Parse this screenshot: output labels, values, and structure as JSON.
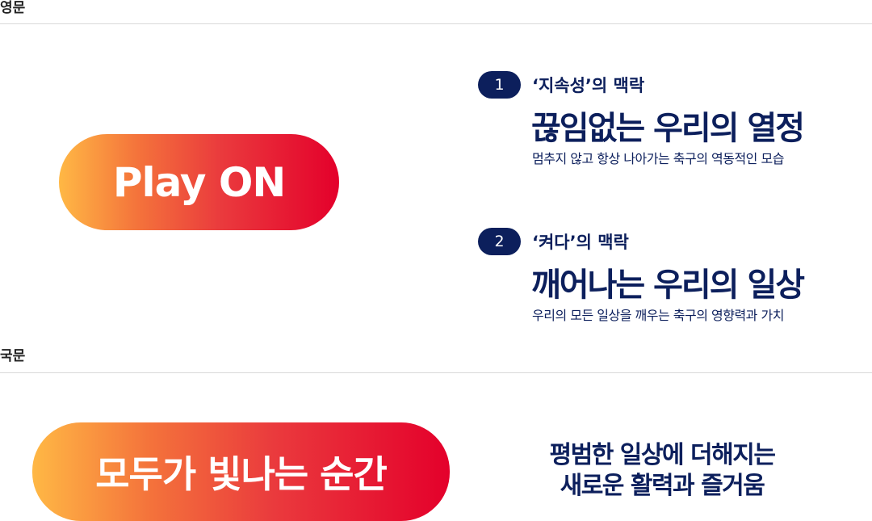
{
  "sections": {
    "english_label": "영문",
    "korean_label": "국문"
  },
  "english": {
    "pill_text": "Play ON",
    "items": [
      {
        "number": "1",
        "context": "‘지속성’의 맥락",
        "heading": "끊임없는 우리의 열정",
        "description": "멈추지 않고 항상 나아가는 축구의 역동적인 모습"
      },
      {
        "number": "2",
        "context": "‘켜다’의 맥락",
        "heading": "깨어나는 우리의 일상",
        "description": "우리의 모든 일상을 깨우는 축구의 영향력과 가치"
      }
    ]
  },
  "korean": {
    "pill_text": "모두가 빛나는 순간",
    "tagline_line1": "평범한 일상에 더해지는",
    "tagline_line2": "새로운 활력과 즐거움"
  },
  "colors": {
    "navy": "#0c1f5c",
    "gradient_start": "#ffb845",
    "gradient_end": "#e4002b"
  }
}
